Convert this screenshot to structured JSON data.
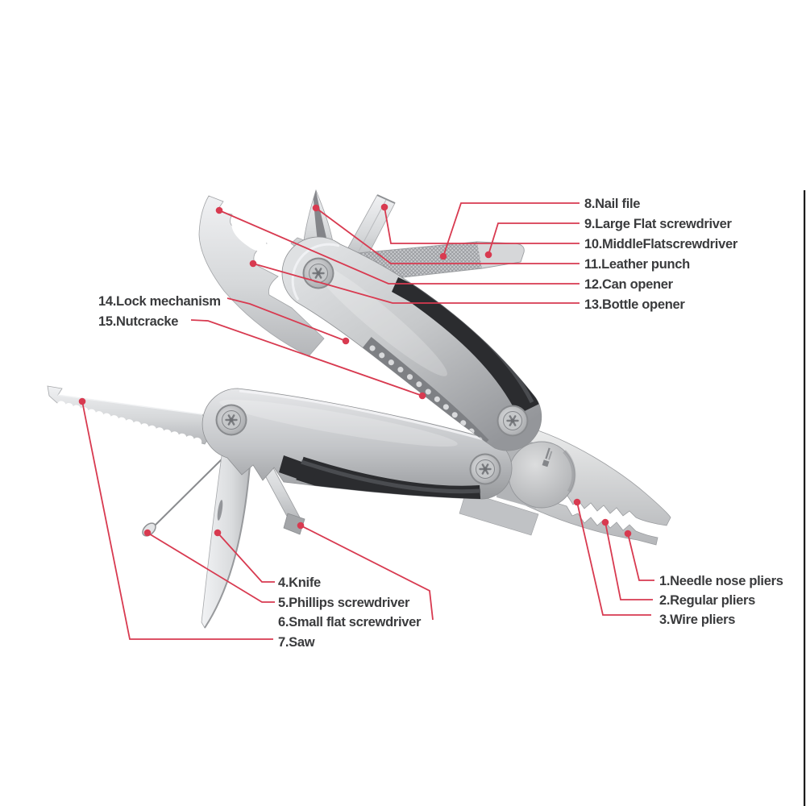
{
  "colors": {
    "background": "#ffffff",
    "accent-red": "#d83a50",
    "label-text": "#3a3b3d",
    "grip-black": "#2b2c2f",
    "steel-light": "#eceff1",
    "steel-dark": "#8f9194"
  },
  "callouts": [
    {
      "text": "1.Needle nose pliers"
    },
    {
      "text": "2.Regular pliers"
    },
    {
      "text": "3.Wire pliers"
    },
    {
      "text": "4.Knife"
    },
    {
      "text": "5.Phillips screwdriver"
    },
    {
      "text": "6.Small flat screwdriver"
    },
    {
      "text": "7.Saw"
    },
    {
      "text": "8.Nail file"
    },
    {
      "text": "9.Large Flat screwdriver"
    },
    {
      "text": "10.MiddleFlatscrewdriver"
    },
    {
      "text": "11.Leather punch"
    },
    {
      "text": "12.Can opener"
    },
    {
      "text": "13.Bottle opener"
    },
    {
      "text": "14.Lock mechanism"
    },
    {
      "text": "15.Nutcracke"
    }
  ]
}
